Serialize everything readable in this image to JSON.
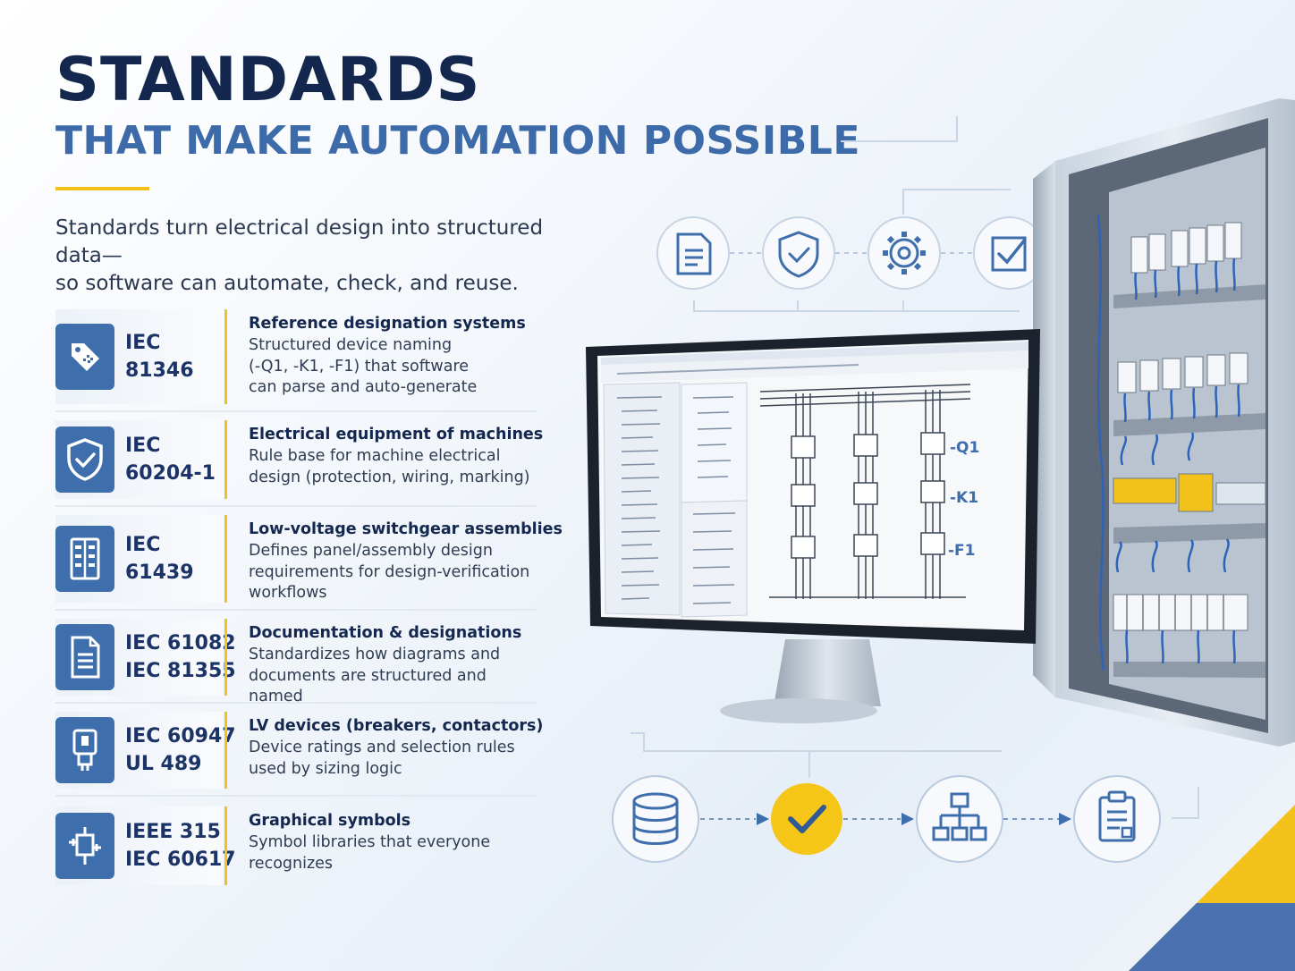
{
  "header": {
    "title": "STANDARDS",
    "subtitle": "THAT MAKE AUTOMATION POSSIBLE",
    "intro_line1": "Standards turn electrical design into structured data—",
    "intro_line2": "so software can automate, check, and reuse."
  },
  "standards": [
    {
      "icon": "tag-icon",
      "codes": [
        "IEC",
        "81346"
      ],
      "title": "Reference designation systems",
      "lines": [
        "Structured device naming",
        "(-Q1, -K1, -F1) that software",
        "can parse and auto-generate"
      ]
    },
    {
      "icon": "shield-check-icon",
      "codes": [
        "IEC",
        "60204-1"
      ],
      "title": "Electrical equipment of machines",
      "lines": [
        "Rule base for machine electrical",
        "design (protection, wiring, marking)"
      ]
    },
    {
      "icon": "panel-icon",
      "codes": [
        "IEC",
        "61439"
      ],
      "title": "Low-voltage switchgear assemblies",
      "lines": [
        "Defines panel/assembly design",
        "requirements for design-verification",
        "workflows"
      ]
    },
    {
      "icon": "document-icon",
      "codes": [
        "IEC 61082",
        "IEC 81355"
      ],
      "title": "Documentation & designations",
      "lines": [
        "Standardizes how diagrams and",
        "documents are structured and named"
      ]
    },
    {
      "icon": "breaker-icon",
      "codes": [
        "IEC 60947",
        "UL 489"
      ],
      "title": "LV devices (breakers, contactors)",
      "lines": [
        "Device ratings and selection rules",
        "used by sizing logic"
      ]
    },
    {
      "icon": "symbol-icon",
      "codes": [
        "IEEE 315",
        "IEC 60617"
      ],
      "title": "Graphical symbols",
      "lines": [
        "Symbol libraries that everyone",
        "recognizes"
      ]
    }
  ],
  "schematic_labels": [
    "-Q1",
    "-K1",
    "-F1"
  ],
  "top_icons": [
    "document-icon",
    "shield-icon",
    "gear-icon",
    "checkbox-icon"
  ],
  "flow_icons": [
    "database-icon",
    "check-icon",
    "hierarchy-icon",
    "clipboard-icon"
  ],
  "colors": {
    "navy": "#14284f",
    "blue": "#3d6aa8",
    "icon_bg": "#3f6eac",
    "gold": "#f2c21b"
  }
}
